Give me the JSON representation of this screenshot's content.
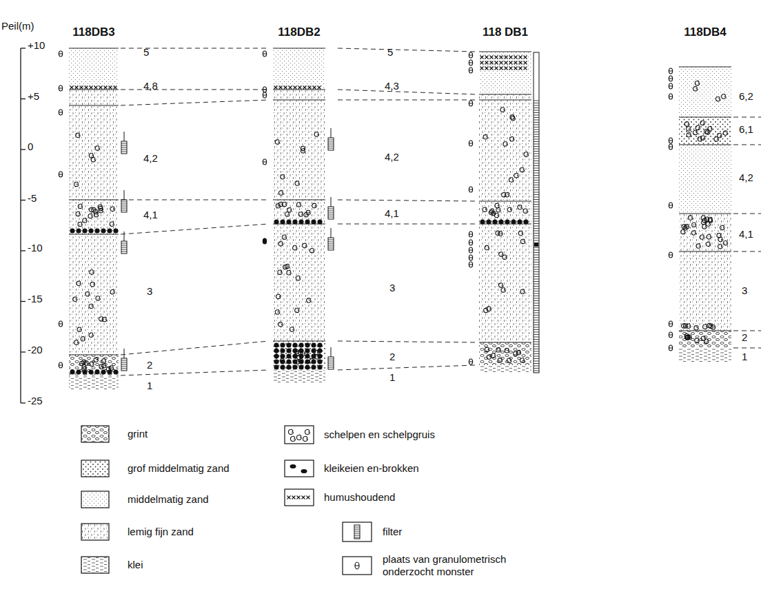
{
  "diagram": {
    "nodes": [
      {
        "text": [
          "118DB3"
        ]
      },
      {
        "text": [
          "118DB2"
        ]
      },
      {
        "text": [
          "118 DB1"
        ]
      },
      {
        "text": [
          "118DB4"
        ]
      }
    ],
    "labels": [
      "Peil(m)",
      "+10",
      "+5",
      "0",
      "-5",
      "-10",
      "-15",
      "-20",
      "-25",
      "5",
      "4,8",
      "4,2",
      "4,1",
      "3",
      "2",
      "1",
      "5",
      "4,3",
      "4,2",
      "4,1",
      "3",
      "2",
      "1",
      "6,2",
      "6,1",
      "4,2",
      "4,1",
      "3",
      "2",
      "1"
    ],
    "legend": [
      {
        "text": "grint"
      },
      {
        "text": "grof  middelmatig zand"
      },
      {
        "text": "middelmatig zand"
      },
      {
        "text": "lemig fijn zand"
      },
      {
        "text": "klei"
      },
      {
        "text": "schelpen en schelpgruis"
      },
      {
        "text": "kleikeien en-brokken"
      },
      {
        "text": "humushoudend"
      },
      {
        "text": "filter"
      },
      {
        "text": "plaats van granulometrisch onderzocht monster"
      }
    ]
  }
}
